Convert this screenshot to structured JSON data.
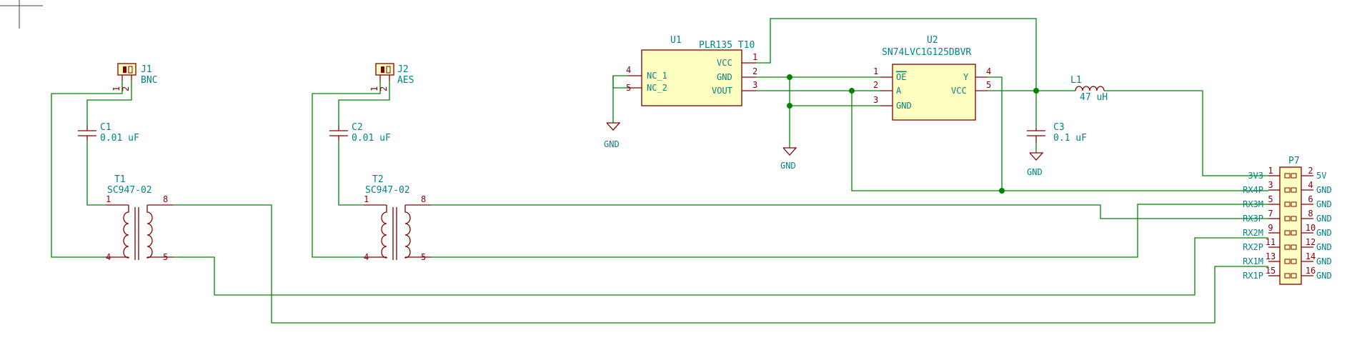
{
  "components": {
    "J1": {
      "ref": "J1",
      "value": "BNC",
      "pins": [
        "1",
        "2"
      ]
    },
    "J2": {
      "ref": "J2",
      "value": "AES",
      "pins": [
        "1",
        "2"
      ]
    },
    "C1": {
      "ref": "C1",
      "value": "0.01 uF"
    },
    "C2": {
      "ref": "C2",
      "value": "0.01 uF"
    },
    "C3": {
      "ref": "C3",
      "value": "0.1 uF"
    },
    "T1": {
      "ref": "T1",
      "value": "SC947-02",
      "pins": [
        "1",
        "8",
        "4",
        "5"
      ]
    },
    "T2": {
      "ref": "T2",
      "value": "SC947-02",
      "pins": [
        "1",
        "8",
        "4",
        "5"
      ]
    },
    "U1": {
      "ref": "U1",
      "value": "PLR135 T10",
      "left_pins": [
        {
          "num": "4",
          "name": "NC_1"
        },
        {
          "num": "5",
          "name": "NC_2"
        }
      ],
      "right_pins": [
        {
          "num": "1",
          "name": "VCC"
        },
        {
          "num": "2",
          "name": "GND"
        },
        {
          "num": "3",
          "name": "VOUT"
        }
      ]
    },
    "U2": {
      "ref": "U2",
      "value": "SN74LVC1G125DBVR",
      "left_pins": [
        {
          "num": "1",
          "name": "OE"
        },
        {
          "num": "2",
          "name": "A"
        },
        {
          "num": "3",
          "name": "GND"
        }
      ],
      "right_pins": [
        {
          "num": "4",
          "name": "Y"
        },
        {
          "num": "5",
          "name": "VCC"
        }
      ]
    },
    "L1": {
      "ref": "L1",
      "value": "47 uH"
    },
    "P7": {
      "ref": "P7",
      "left_pins": [
        {
          "num": "1",
          "name": "3V3"
        },
        {
          "num": "3",
          "name": "RX4P"
        },
        {
          "num": "5",
          "name": "RX3M"
        },
        {
          "num": "7",
          "name": "RX3P"
        },
        {
          "num": "9",
          "name": "RX2M"
        },
        {
          "num": "11",
          "name": "RX2P"
        },
        {
          "num": "13",
          "name": "RX1M"
        },
        {
          "num": "15",
          "name": "RX1P"
        }
      ],
      "right_pins": [
        {
          "num": "2",
          "name": "5V"
        },
        {
          "num": "4",
          "name": "GND"
        },
        {
          "num": "6",
          "name": "GND"
        },
        {
          "num": "8",
          "name": "GND"
        },
        {
          "num": "10",
          "name": "GND"
        },
        {
          "num": "12",
          "name": "GND"
        },
        {
          "num": "14",
          "name": "GND"
        },
        {
          "num": "16",
          "name": "GND"
        }
      ]
    }
  },
  "power": {
    "gnd1": "GND",
    "gnd2": "GND",
    "gnd3": "GND"
  },
  "colors": {
    "wire": "#008400",
    "body": "#840000",
    "text": "#008484",
    "fill": "#ffffc2"
  }
}
